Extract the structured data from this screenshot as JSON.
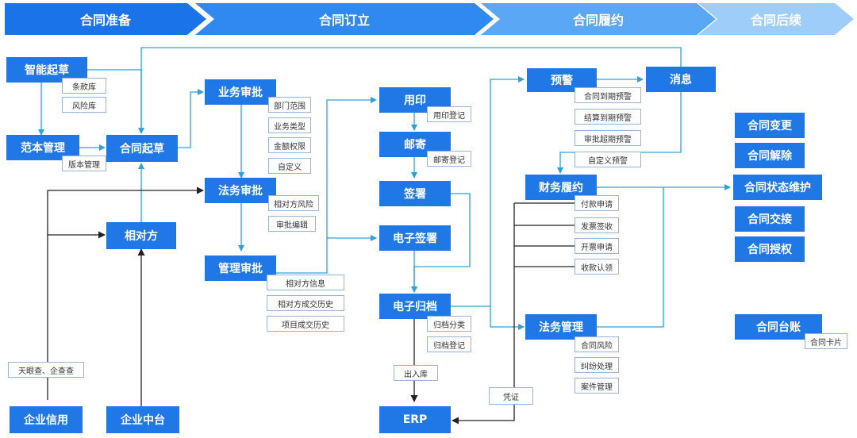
{
  "stages": [
    "合同准备",
    "合同订立",
    "合同履约",
    "合同后续"
  ],
  "colors": {
    "stage1": "#1a73e8",
    "stage2": "#2f89f0",
    "stage3": "#5aa8f5",
    "stage4": "#9fcdf9",
    "box": "#1f78e6",
    "line": "#29a3dc",
    "arrow_dark": "#222222"
  },
  "prep": {
    "smart_draft": "智能起草",
    "clause_lib": "条款库",
    "risk_lib": "风险库",
    "template_mgmt": "范本管理",
    "version_mgmt": "版本管理",
    "contract_draft": "合同起草",
    "counterparty": "相对方",
    "tianyancha": "天眼查、企查查",
    "enterprise_credit": "企业信用",
    "enterprise_platform": "企业中台"
  },
  "approval": {
    "business": "业务审批",
    "dept_scope": "部门范围",
    "biz_type": "业务类型",
    "amount_auth": "金额权限",
    "custom": "自定义",
    "legal": "法务审批",
    "cp_risk": "相对方风险",
    "approval_edit": "审批编辑",
    "management": "管理审批",
    "cp_info": "相对方信息",
    "cp_history": "相对方成交历史",
    "project_history": "项目成交历史"
  },
  "signing": {
    "seal": "用印",
    "seal_reg": "用印登记",
    "mail": "邮寄",
    "mail_reg": "邮寄登记",
    "sign": "签署",
    "esign": "电子签署",
    "earchive": "电子归档",
    "archive_class": "归档分类",
    "archive_reg": "归档登记",
    "in_out": "出入库",
    "erp": "ERP",
    "voucher": "凭证"
  },
  "perform": {
    "warning": "预警",
    "message": "消息",
    "expiry_warn": "合同到期预警",
    "settle_warn": "结算到期预警",
    "approval_warn": "审批超期预警",
    "custom_warn": "自定义预警",
    "finance": "财务履约",
    "payment_req": "付款申请",
    "invoice_recv": "发票签收",
    "invoice_req": "开票申请",
    "receipt_claim": "收款认领",
    "legal_mgmt": "法务管理",
    "contract_risk": "合同风险",
    "dispute": "纠纷处理",
    "case_mgmt": "案件管理"
  },
  "after": {
    "change": "合同变更",
    "cancel": "合同解除",
    "status": "合同状态维护",
    "handover": "合同交接",
    "authorize": "合同授权",
    "ledger": "合同台账",
    "card": "合同卡片"
  }
}
